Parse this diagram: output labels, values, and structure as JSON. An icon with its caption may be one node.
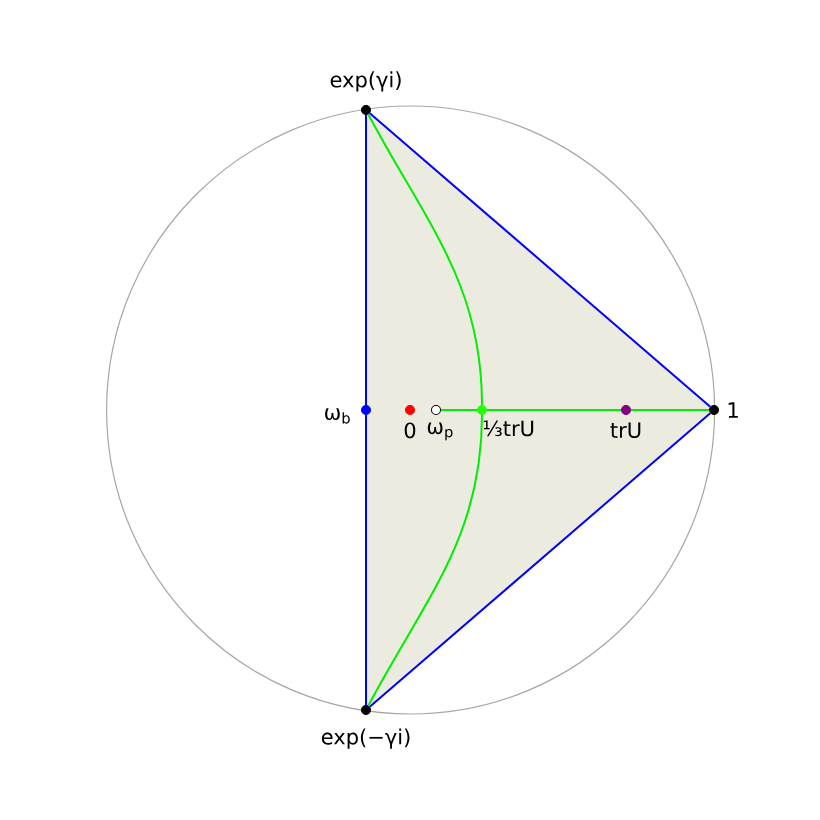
{
  "diagram": {
    "nodes": [
      {
        "text": [],
        "shape": "circle",
        "beside": [
          "exp(γi)"
        ]
      },
      {
        "text": [],
        "shape": "circle",
        "beside": [
          "ω$_{b}$"
        ]
      },
      {
        "text": [],
        "shape": "circle",
        "beside": [
          "0"
        ]
      },
      {
        "text": [],
        "shape": "circle",
        "beside": [
          "ω$_{p}$"
        ]
      },
      {
        "text": [],
        "shape": "circle",
        "beside": [
          "⅓trU"
        ]
      },
      {
        "text": [],
        "shape": "circle",
        "beside": [
          "trU"
        ]
      },
      {
        "text": [],
        "shape": "circle",
        "beside": [
          "1"
        ]
      },
      {
        "text": [],
        "shape": "circle",
        "beside": [
          "exp(−γi)"
        ]
      }
    ],
    "edges": [
      {
        "from": 0,
        "to": 6,
        "arrow": "none",
        "color": "#0000ff"
      },
      {
        "from": 6,
        "to": 7,
        "arrow": "none",
        "color": "#0000ff"
      },
      {
        "from": 0,
        "to": 1,
        "arrow": "none",
        "color": "#0000ff"
      },
      {
        "from": 1,
        "to": 7,
        "arrow": "none",
        "color": "#0000ff"
      },
      {
        "from": 0,
        "to": 4,
        "arrow": "none",
        "color": "#00ee00"
      },
      {
        "from": 4,
        "to": 7,
        "arrow": "none",
        "color": "#00ee00"
      },
      {
        "from": 3,
        "to": 4,
        "arrow": "none",
        "color": "#00ee00"
      },
      {
        "from": 4,
        "to": 5,
        "arrow": "none",
        "color": "#00ee00"
      },
      {
        "from": 5,
        "to": 6,
        "arrow": "none",
        "color": "#00ee00"
      }
    ]
  }
}
